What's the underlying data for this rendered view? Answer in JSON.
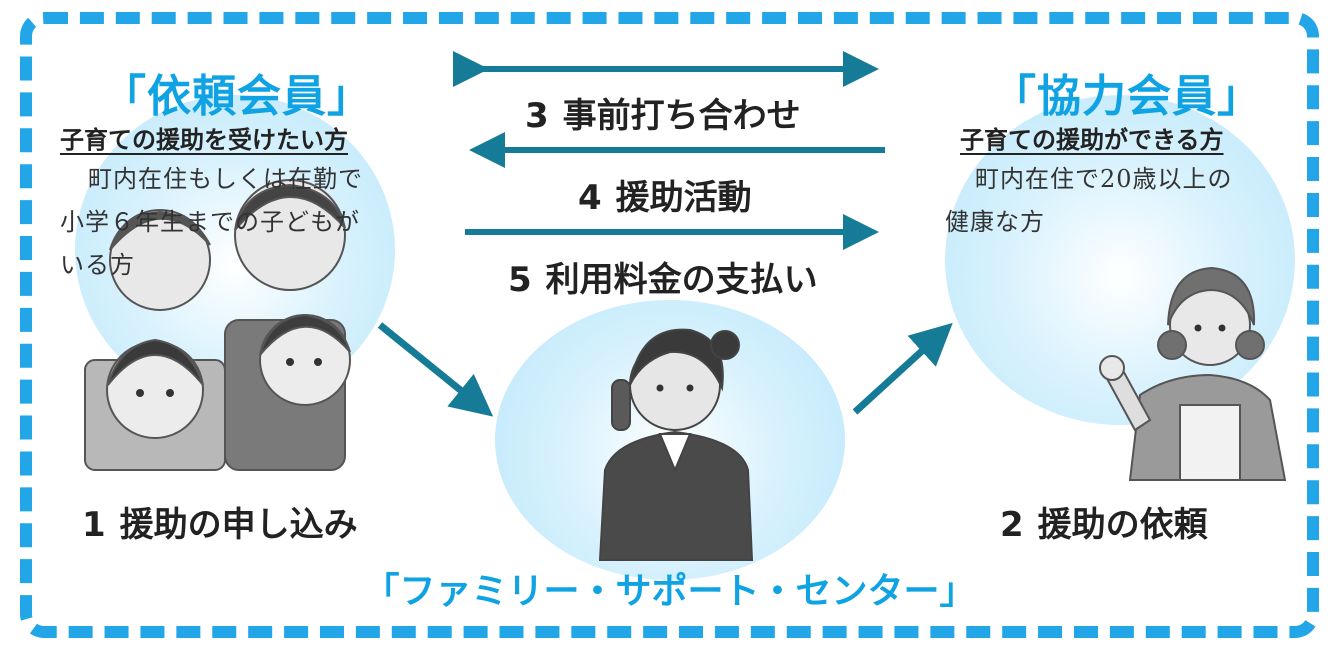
{
  "colors": {
    "accent": "#10a3e4",
    "arrow": "#157b96",
    "border": "#22a6e8",
    "circle": "#c8ecfc"
  },
  "left": {
    "title": "「依頼会員」",
    "subtitle": "子育ての援助を受けたい方",
    "desc_lines": [
      "町内在住もしくは在勤で",
      "小学６年生までの子どもが",
      "いる方"
    ]
  },
  "right": {
    "title": "「協力会員」",
    "subtitle": "子育ての援助ができる方",
    "desc_lines": [
      "町内在住で20歳以上の",
      "健康な方"
    ]
  },
  "steps": {
    "s1": {
      "num": "1",
      "label": "援助の申し込み"
    },
    "s2": {
      "num": "2",
      "label": "援助の依頼"
    },
    "s3": {
      "num": "3",
      "label": "事前打ち合わせ"
    },
    "s4": {
      "num": "4",
      "label": "援助活動"
    },
    "s5": {
      "num": "5",
      "label": "利用料金の支払い"
    }
  },
  "center": {
    "title": "「ファミリー・サポート・センター」"
  },
  "illustrations": [
    "family-illustration",
    "operator-with-phone-illustration",
    "waving-woman-illustration"
  ]
}
